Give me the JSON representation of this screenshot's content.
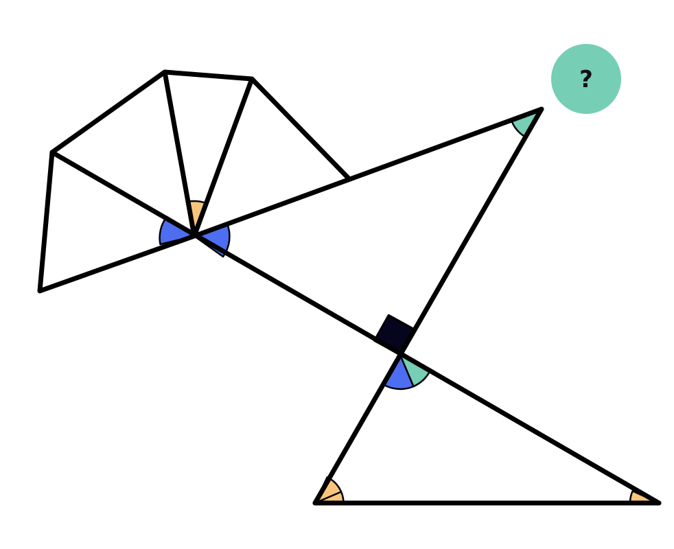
{
  "colors": {
    "background": "#ffffff",
    "line": "#000000",
    "angle_blue": "#4e6ef2",
    "angle_orange": "#f7c67c",
    "angle_teal": "#76cfb5",
    "right_angle_fill": "#05051e",
    "badge_fill": "#76cfb5",
    "badge_text": "#111111"
  },
  "unknown_badge": {
    "label": "?",
    "icon": "question-mark"
  },
  "angle_marks": [
    {
      "name": "angle-mark-blue-left",
      "color": "blue"
    },
    {
      "name": "angle-mark-blue-right",
      "color": "blue"
    },
    {
      "name": "angle-mark-orange-upper",
      "color": "orange"
    },
    {
      "name": "angle-mark-teal-top-vertex",
      "color": "teal"
    },
    {
      "name": "angle-mark-blue-lower",
      "color": "blue"
    },
    {
      "name": "angle-mark-teal-lower",
      "color": "teal"
    },
    {
      "name": "angle-mark-orange-bottom-left",
      "color": "orange",
      "tick_marks": 1
    },
    {
      "name": "angle-mark-orange-bottom-right",
      "color": "orange"
    }
  ],
  "right_angle_marker": {
    "color": "dark"
  }
}
